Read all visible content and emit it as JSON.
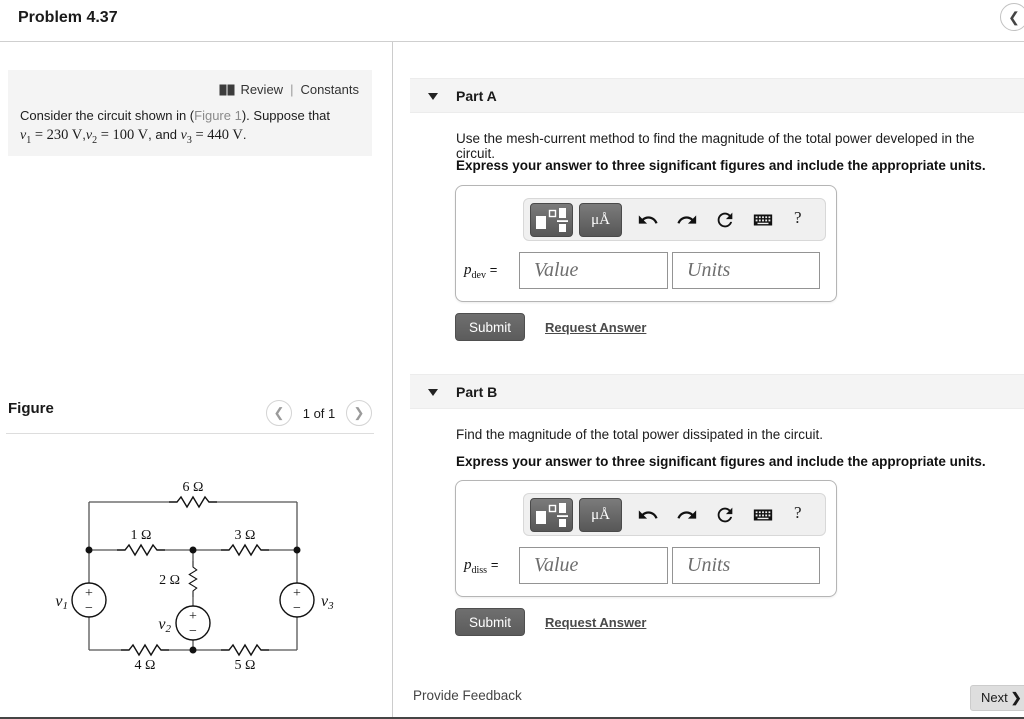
{
  "header": {
    "title": "Problem 4.37",
    "collapse_chevron": "❮"
  },
  "problem": {
    "review_label": "Review",
    "separator": "|",
    "constants_label": "Constants",
    "statement_pre": "Consider the circuit shown in (",
    "figure_link": "Figure 1",
    "statement_post": "). Suppose that",
    "givens": [
      {
        "var": "v",
        "sub": "1",
        "rel": " = 230 ",
        "unit": "V",
        "tail": ","
      },
      {
        "var": "v",
        "sub": "2",
        "rel": " = 100 ",
        "unit": "V",
        "tail": ", and "
      },
      {
        "var": "v",
        "sub": "3",
        "rel": " = 440 ",
        "unit": "V",
        "tail": "."
      }
    ]
  },
  "figure": {
    "heading": "Figure",
    "pager": {
      "prev": "❮",
      "label": "1 of 1",
      "next": "❯"
    },
    "circuit": {
      "resistors": {
        "top": "6 Ω",
        "mid_left": "1 Ω",
        "mid_right": "3 Ω",
        "center": "2 Ω",
        "bottom_left": "4 Ω",
        "bottom_right": "5 Ω"
      },
      "sources": {
        "left": {
          "name": "v",
          "sub": "1"
        },
        "center": {
          "name": "v",
          "sub": "2"
        },
        "right": {
          "name": "v",
          "sub": "3"
        }
      },
      "plus": "+",
      "minus": "−"
    }
  },
  "parts": [
    {
      "label": "Part A",
      "question": "Use the mesh-current method to find the magnitude of the total power developed in the circuit.",
      "instruction": "Express your answer to three significant figures and include the appropriate units.",
      "answer_var": "p",
      "answer_sub": "dev",
      "equals": "=",
      "value_placeholder": "Value",
      "units_placeholder": "Units",
      "toolbar": {
        "units_button": "μÅ",
        "help": "?"
      },
      "submit_label": "Submit",
      "request_answer_label": "Request Answer"
    },
    {
      "label": "Part B",
      "question": "Find the magnitude of the total power dissipated in the circuit.",
      "instruction": "Express your answer to three significant figures and include the appropriate units.",
      "answer_var": "p",
      "answer_sub": "diss",
      "equals": "=",
      "value_placeholder": "Value",
      "units_placeholder": "Units",
      "toolbar": {
        "units_button": "μÅ",
        "help": "?"
      },
      "submit_label": "Submit",
      "request_answer_label": "Request Answer"
    }
  ],
  "footer": {
    "feedback_label": "Provide Feedback",
    "next_label": "Next",
    "next_chevron": "❯"
  }
}
